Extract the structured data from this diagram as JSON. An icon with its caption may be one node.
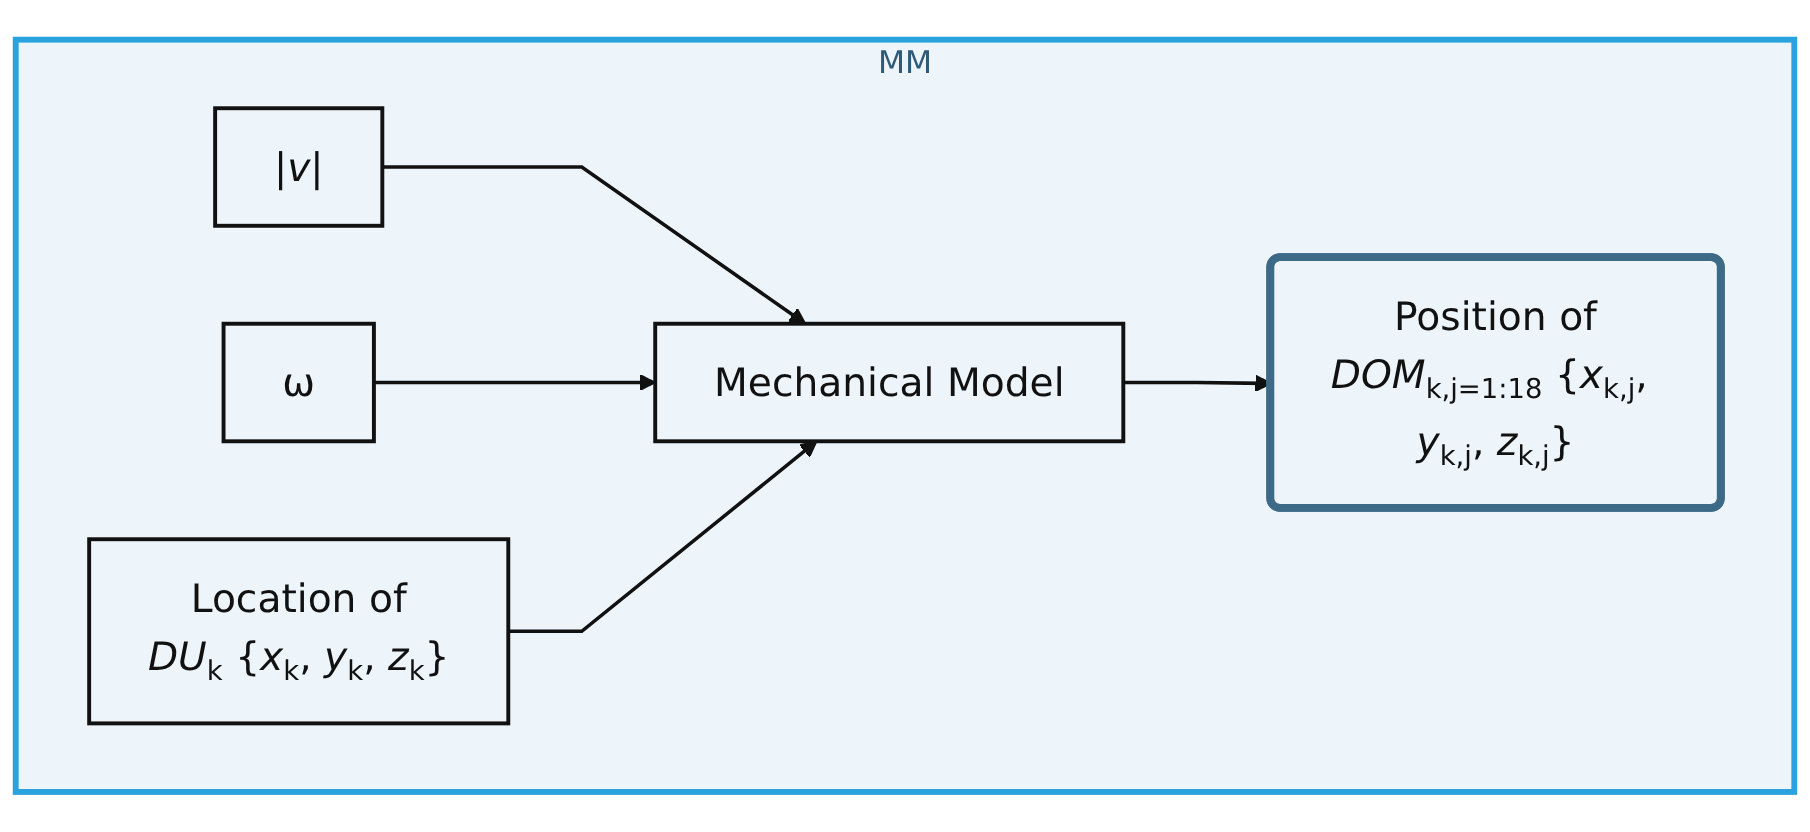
{
  "diagram": {
    "nodes": [
      {
        "text": [
          "MM"
        ]
      },
      {
        "text": [
          "|*v*|"
        ],
        "in": 0
      },
      {
        "text": [
          "ω"
        ],
        "in": 0
      },
      {
        "text": [
          "Mechanical Model"
        ],
        "in": 0
      },
      {
        "text": [
          "Position of",
          "*DOM*$_{k,j=1:18}$ {*x*$_{k,j}$, *y*$_{k,j}$, *z*$_{k,j}$}"
        ],
        "in": 0
      },
      {
        "text": [
          "Location of",
          "*DU*$_{k}$ {*x*$_{k}$, *y*$_{k}$, *z*$_{k}$}"
        ],
        "in": 0
      }
    ],
    "edges": [
      {
        "from": 1,
        "to": 3,
        "arrow": "to"
      },
      {
        "from": 2,
        "to": 3,
        "arrow": "to"
      },
      {
        "from": 5,
        "to": 3,
        "arrow": "to"
      },
      {
        "from": 3,
        "to": 4,
        "arrow": "to"
      }
    ]
  }
}
